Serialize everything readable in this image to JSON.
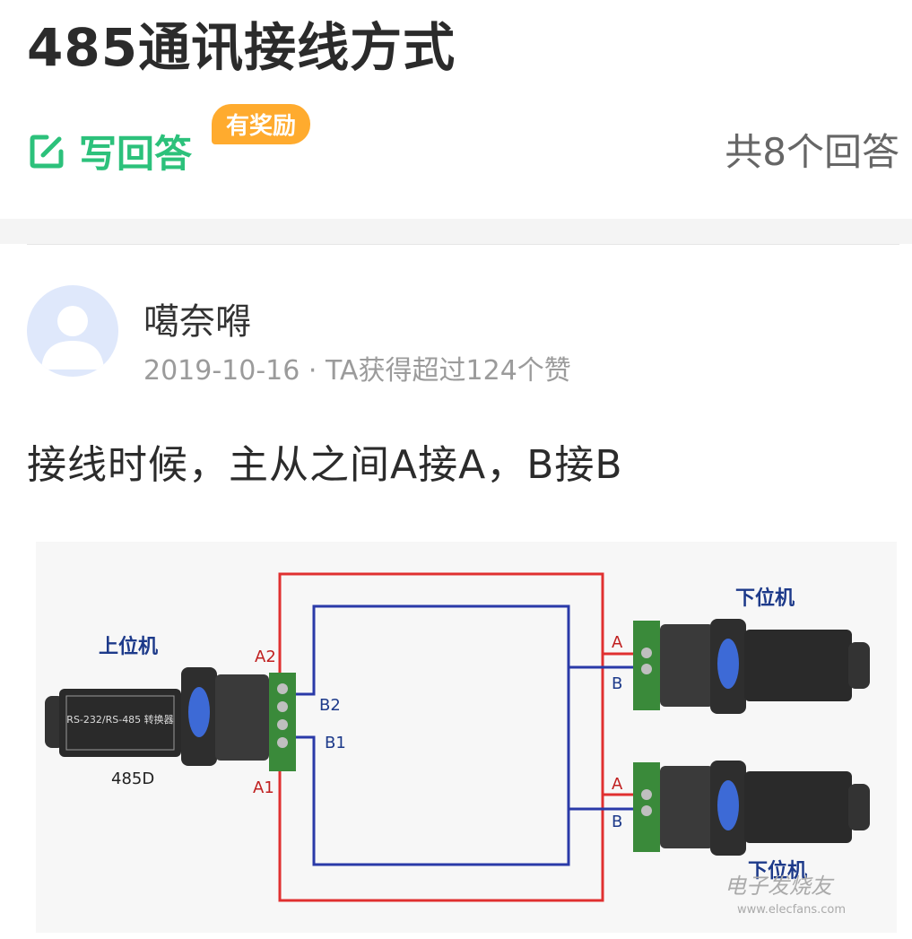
{
  "question": {
    "title": "485通讯接线方式"
  },
  "actions": {
    "write_answer": "写回答",
    "reward_badge": "有奖励",
    "answer_count": "共8个回答"
  },
  "answer": {
    "author": "噶奈嘚",
    "date": "2019-10-16",
    "separator": "·",
    "likes_text": "TA获得超过124个赞",
    "content": "接线时候，主从之间A接A，B接B"
  },
  "diagram": {
    "host_label": "上位机",
    "host_model": "485D",
    "converter_text": "RS-232/RS-485 转换器",
    "pin_a2": "A2",
    "pin_b2": "B2",
    "pin_b1": "B1",
    "pin_a1": "A1",
    "slave_label_top": "下位机",
    "slave_label_bottom": "下位机",
    "slave_a": "A",
    "slave_b": "B",
    "watermark": "电子发烧友",
    "watermark_url": "www.elecfans.com",
    "colors": {
      "a_wire": "#e03030",
      "b_wire": "#2a3aa8"
    }
  }
}
